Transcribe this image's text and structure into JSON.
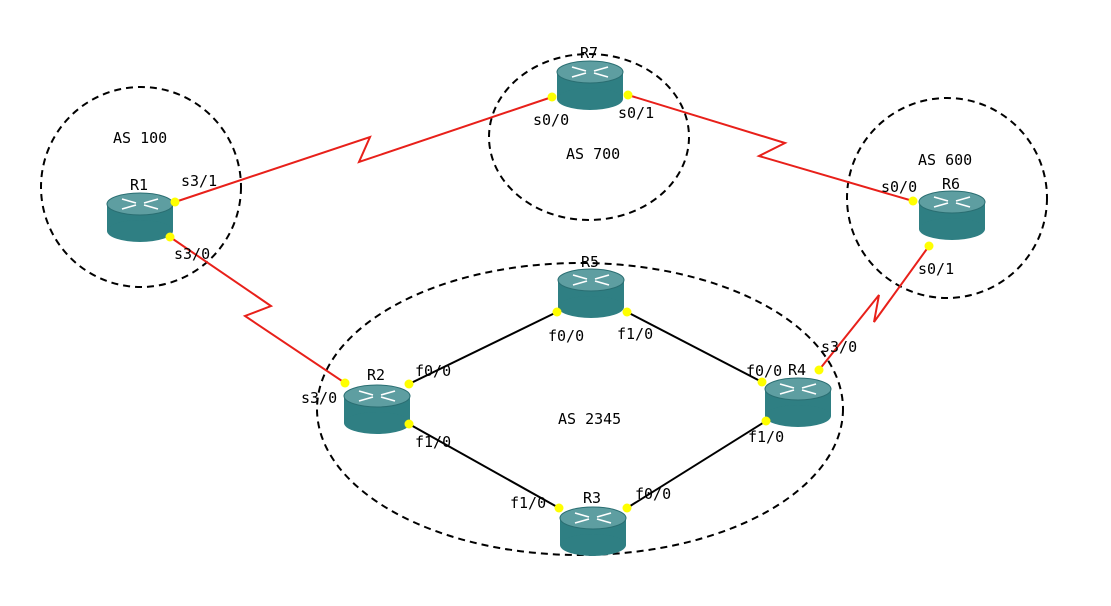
{
  "colors": {
    "serial_link": "#e8201a",
    "ethernet_link": "#000000",
    "router_top": "#5e9ea1",
    "router_body": "#2f7f83",
    "port_dot": "#ffff00",
    "as_boundary": "#000000"
  },
  "as_regions": [
    {
      "id": "as100",
      "label": "AS 100"
    },
    {
      "id": "as700",
      "label": "AS 700"
    },
    {
      "id": "as600",
      "label": "AS 600"
    },
    {
      "id": "as2345",
      "label": "AS 2345"
    }
  ],
  "routers": [
    {
      "id": "r1",
      "name": "R1",
      "icon": "router-icon"
    },
    {
      "id": "r2",
      "name": "R2",
      "icon": "router-icon"
    },
    {
      "id": "r3",
      "name": "R3",
      "icon": "router-icon"
    },
    {
      "id": "r4",
      "name": "R4",
      "icon": "router-icon"
    },
    {
      "id": "r5",
      "name": "R5",
      "icon": "router-icon"
    },
    {
      "id": "r6",
      "name": "R6",
      "icon": "router-icon"
    },
    {
      "id": "r7",
      "name": "R7",
      "icon": "router-icon"
    }
  ],
  "links": [
    {
      "id": "r1-r7",
      "type": "serial",
      "a": "R1",
      "a_port": "s3/1",
      "b": "R7",
      "b_port": "s0/0"
    },
    {
      "id": "r7-r6",
      "type": "serial",
      "a": "R7",
      "a_port": "s0/1",
      "b": "R6",
      "b_port": "s0/0"
    },
    {
      "id": "r1-r2",
      "type": "serial",
      "a": "R1",
      "a_port": "s3/0",
      "b": "R2",
      "b_port": "s3/0"
    },
    {
      "id": "r6-r4",
      "type": "serial",
      "a": "R6",
      "a_port": "s0/1",
      "b": "R4",
      "b_port": "s3/0"
    },
    {
      "id": "r2-r5",
      "type": "ethernet",
      "a": "R2",
      "a_port": "f0/0",
      "b": "R5",
      "b_port": "f0/0"
    },
    {
      "id": "r5-r4",
      "type": "ethernet",
      "a": "R5",
      "a_port": "f1/0",
      "b": "R4",
      "b_port": "f0/0"
    },
    {
      "id": "r2-r3",
      "type": "ethernet",
      "a": "R2",
      "a_port": "f1/0",
      "b": "R3",
      "b_port": "f1/0"
    },
    {
      "id": "r3-r4",
      "type": "ethernet",
      "a": "R3",
      "a_port": "f0/0",
      "b": "R4",
      "b_port": "f1/0"
    }
  ]
}
